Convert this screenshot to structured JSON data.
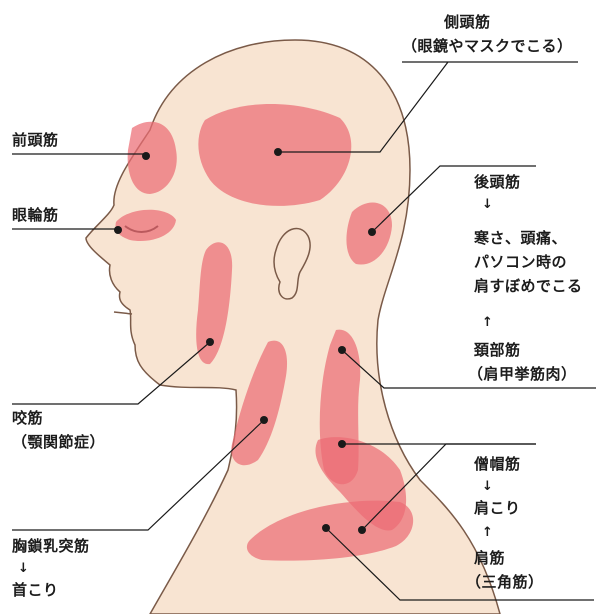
{
  "colors": {
    "skin": "#f8e4d2",
    "skin_outline": "#7a5a48",
    "muscle": "#ec6c74",
    "line": "#1a1a1a",
    "text": "#1c1c1c"
  },
  "labels": {
    "sokutoukin": {
      "name": "側頭筋",
      "note": "（眼鏡やマスクでこる）"
    },
    "zentoukin": {
      "name": "前頭筋"
    },
    "ganrinkin": {
      "name": "眼輪筋"
    },
    "koutoukin": {
      "name": "後頭筋",
      "arrow_down": "↓",
      "cause_1": "寒さ、頭痛、",
      "cause_2": "パソコン時の",
      "cause_3": "肩すぼめでこる",
      "arrow_up": "↑"
    },
    "keibukin": {
      "name": "頚部筋",
      "note": "（肩甲挙筋肉）"
    },
    "koukin": {
      "name": "咬筋",
      "note": "（顎関節症）"
    },
    "soubokin": {
      "name": "僧帽筋",
      "arrow_down": "↓",
      "result": "肩こり",
      "arrow_up": "↑"
    },
    "kenkin": {
      "name": "肩筋",
      "note": "（三角筋）"
    },
    "kyousa": {
      "name": "胸鎖乳突筋",
      "arrow_down": "↓",
      "result": "首こり"
    }
  }
}
